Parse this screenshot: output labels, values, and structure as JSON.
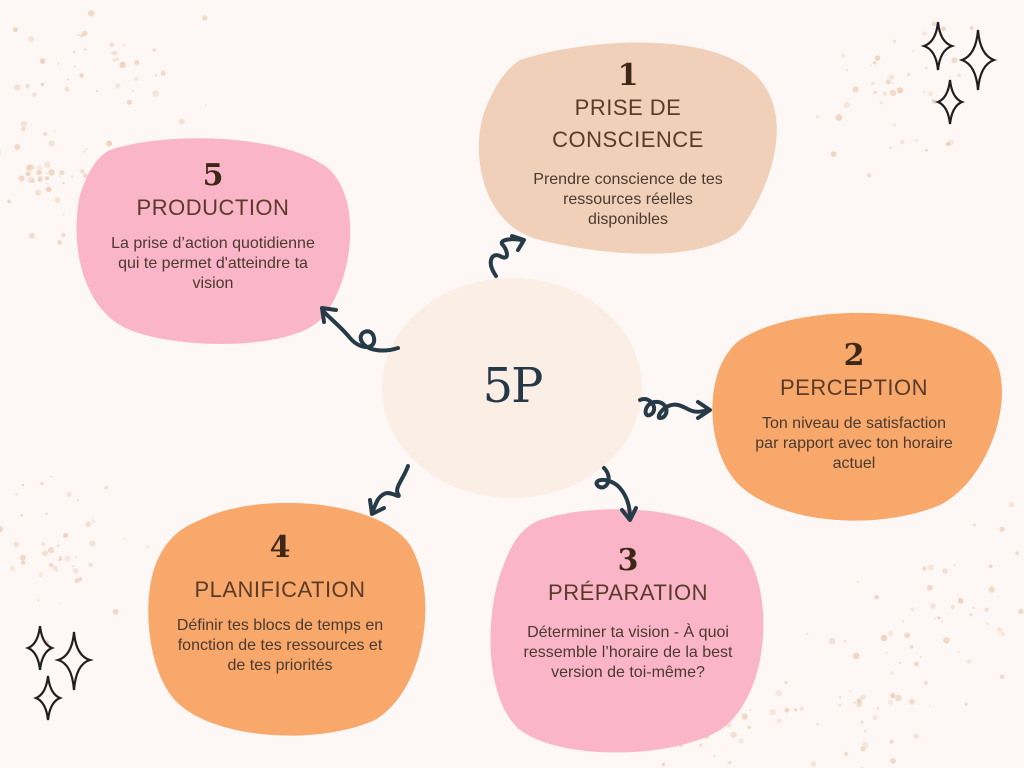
{
  "center": {
    "label": "5P"
  },
  "steps": [
    {
      "number": "1",
      "title": "PRISE DE\nCONSCIENCE",
      "description": "Prendre conscience de tes ressources réelles disponibles",
      "color": "#f1d0ba"
    },
    {
      "number": "2",
      "title": "PERCEPTION",
      "description": "Ton niveau de satisfaction par rapport avec ton horaire actuel",
      "color": "#f8a86b"
    },
    {
      "number": "3",
      "title": "PRÉPARATION",
      "description": "Déterminer ta vision - À quoi ressemble l’horaire de la best version de toi-même?",
      "color": "#fbb5c8"
    },
    {
      "number": "4",
      "title": "PLANIFICATION",
      "description": "Définir tes blocs de temps en fonction de tes ressources et de tes priorités",
      "color": "#f8a86b"
    },
    {
      "number": "5",
      "title": "PRODUCTION",
      "description": "La prise d’action quotidienne qui te permet d'atteindre ta vision",
      "color": "#fbb5c8"
    }
  ],
  "colors": {
    "center": "#fbeee4",
    "arrow": "#263a48",
    "sparkle": "#1f1f1f",
    "speckle": "#eecbb4"
  }
}
